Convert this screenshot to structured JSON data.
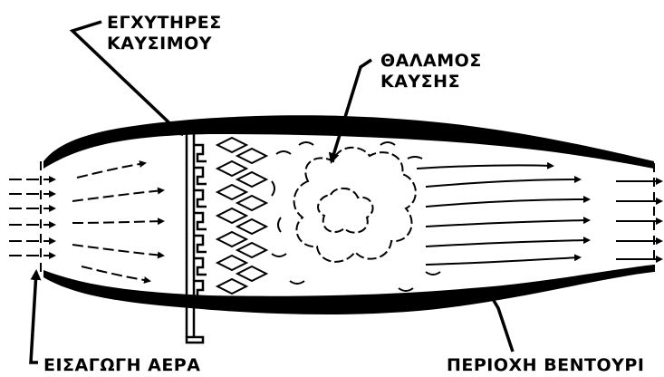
{
  "labels": {
    "fuel_injectors_line1": "ΕΓΧΥΤΗΡΕΣ",
    "fuel_injectors_line2": "ΚΑΥΣΙΜΟΥ",
    "combustion_chamber_line1": "ΘΑΛΑΜΟΣ",
    "combustion_chamber_line2": "ΚΑΥΣΗΣ",
    "air_intake": "ΕΙΣΑΓΩΓΗ ΑΕΡΑ",
    "venturi_area": "ΠΕΡΙΟΧΗ ΒΕΝΤΟΥΡΙ"
  },
  "colors": {
    "ink": "#000000",
    "background": "#ffffff"
  }
}
